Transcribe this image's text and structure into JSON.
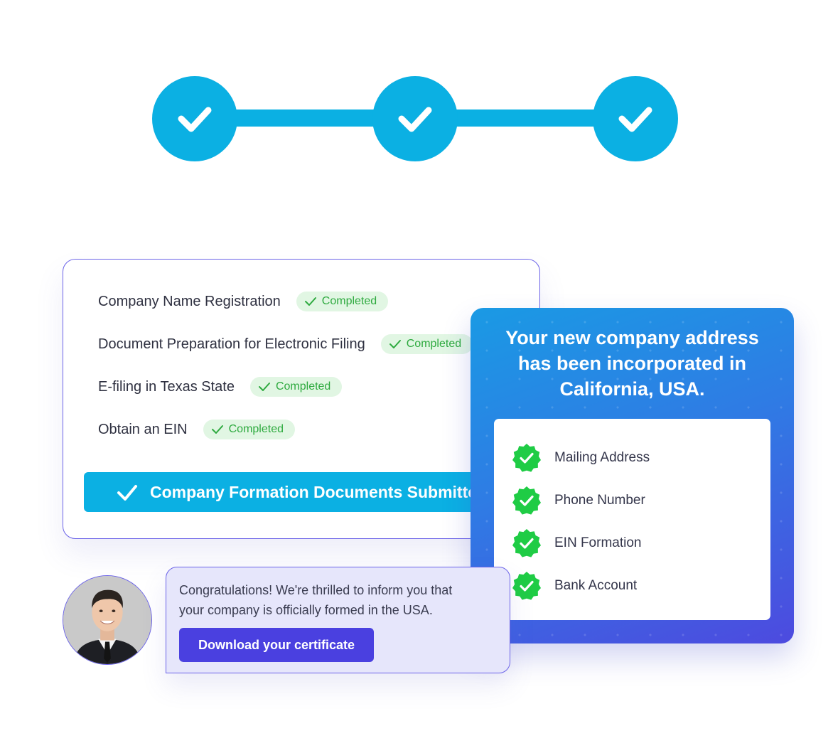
{
  "stepper": {
    "steps": [
      {
        "icon": "check-icon",
        "status": "completed"
      },
      {
        "icon": "check-icon",
        "status": "completed"
      },
      {
        "icon": "check-icon",
        "status": "completed"
      }
    ]
  },
  "tasks": {
    "items": [
      {
        "label": "Company Name Registration",
        "status": "Completed"
      },
      {
        "label": "Document Preparation for Electronic Filing",
        "status": "Completed"
      },
      {
        "label": "E-filing in Texas State",
        "status": "Completed"
      },
      {
        "label": "Obtain an EIN",
        "status": "Completed"
      }
    ],
    "submitted_label": "Company Formation Documents Submitted"
  },
  "address_card": {
    "title_lines": [
      "Your new company address",
      "has been incorporated in",
      "California, USA."
    ],
    "items": [
      {
        "label": "Mailing Address",
        "icon": "verified-badge-icon"
      },
      {
        "label": "Phone Number",
        "icon": "verified-badge-icon"
      },
      {
        "label": "EIN Formation",
        "icon": "verified-badge-icon"
      },
      {
        "label": "Bank Account",
        "icon": "verified-badge-icon"
      }
    ]
  },
  "message": {
    "lines": [
      "Congratulations! We're thrilled to inform you that",
      "your company is officially formed in the USA."
    ],
    "button_label": "Download your certificate"
  },
  "colors": {
    "accent_cyan": "#0bb0e3",
    "success_green": "#2eaa3f",
    "badge_green_bg": "#e1f6e3",
    "seal_green": "#1fcc45",
    "indigo": "#4a40e0",
    "card_border": "#6b63e8",
    "gradient_start": "#1a9ae4",
    "gradient_end": "#4d4adf"
  }
}
